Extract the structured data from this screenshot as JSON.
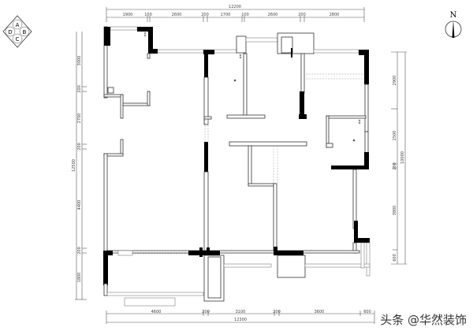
{
  "compass_rose": {
    "letters": [
      "A",
      "B",
      "C",
      "D"
    ]
  },
  "north_arrow": {
    "label": "N"
  },
  "dimensions": {
    "top_total": "12200",
    "top_segments": [
      "1900",
      "100",
      "2600",
      "200",
      "1700",
      "100",
      "2600",
      "200",
      "2800"
    ],
    "bottom_total": "12300",
    "bottom_segments": [
      "4600",
      "200",
      "3100",
      "200",
      "3600",
      "600"
    ],
    "left_total": "12500",
    "left_segments": [
      "3000",
      "200",
      "2700",
      "200",
      "4400",
      "200",
      "1800"
    ],
    "right_total": "10000",
    "right_segments": [
      "2900",
      "2500",
      "200",
      "3800",
      "600"
    ]
  },
  "watermark": "头条 @华然装饰"
}
